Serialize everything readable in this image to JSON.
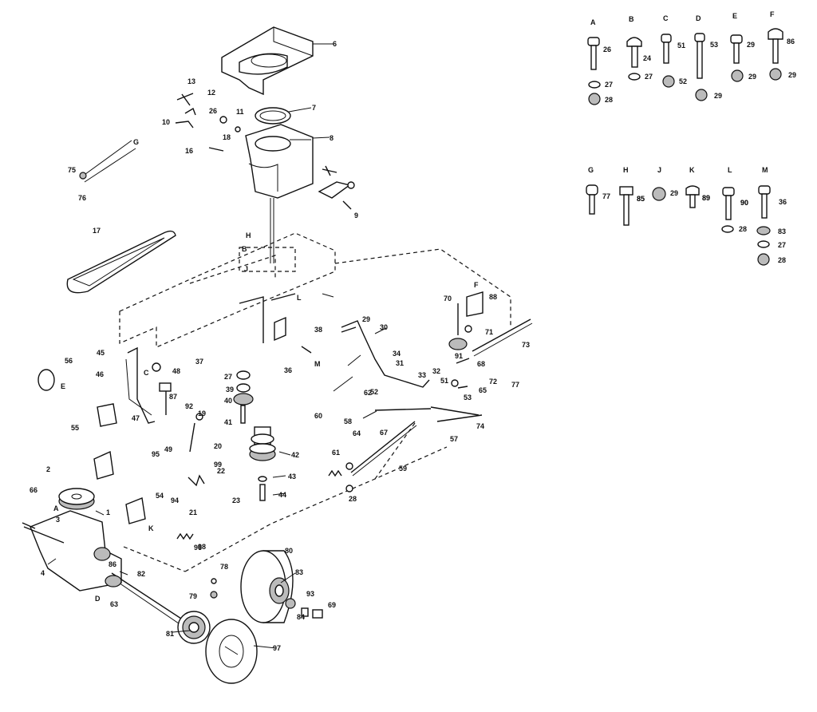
{
  "diagram": {
    "hardware_kit": [
      {
        "letter": "A",
        "parts": [
          "26",
          "27",
          "28"
        ]
      },
      {
        "letter": "B",
        "parts": [
          "24",
          "27"
        ]
      },
      {
        "letter": "C",
        "parts": [
          "51",
          "52"
        ]
      },
      {
        "letter": "D",
        "parts": [
          "53",
          "29"
        ]
      },
      {
        "letter": "E",
        "parts": [
          "29",
          "29"
        ]
      },
      {
        "letter": "F",
        "parts": [
          "86",
          "29"
        ]
      },
      {
        "letter": "G",
        "parts": [
          "77"
        ]
      },
      {
        "letter": "H",
        "parts": [
          "85"
        ]
      },
      {
        "letter": "J",
        "parts": [
          "29"
        ]
      },
      {
        "letter": "K",
        "parts": [
          "89"
        ]
      },
      {
        "letter": "L",
        "parts": [
          "90",
          "28"
        ]
      },
      {
        "letter": "M",
        "parts": [
          "36",
          "83",
          "27",
          "28"
        ]
      }
    ],
    "callouts": [
      "1",
      "2",
      "3",
      "4",
      "6",
      "7",
      "8",
      "9",
      "10",
      "11",
      "12",
      "13",
      "16",
      "17",
      "18",
      "19",
      "20",
      "21",
      "22",
      "23",
      "26",
      "27",
      "28",
      "29",
      "30",
      "31",
      "32",
      "33",
      "34",
      "36",
      "37",
      "38",
      "39",
      "40",
      "41",
      "42",
      "43",
      "44",
      "45",
      "46",
      "47",
      "48",
      "49",
      "51",
      "52",
      "53",
      "54",
      "55",
      "56",
      "57",
      "58",
      "59",
      "60",
      "61",
      "62",
      "63",
      "64",
      "65",
      "66",
      "67",
      "68",
      "69",
      "70",
      "71",
      "72",
      "73",
      "74",
      "75",
      "76",
      "77",
      "78",
      "79",
      "80",
      "81",
      "82",
      "83",
      "84",
      "85",
      "86",
      "87",
      "88",
      "89",
      "90",
      "91",
      "92",
      "93",
      "94",
      "95",
      "96",
      "97",
      "98",
      "99"
    ],
    "hardware_letters": [
      "A",
      "B",
      "C",
      "D",
      "E",
      "F",
      "G",
      "H",
      "J",
      "K",
      "L",
      "M"
    ]
  }
}
